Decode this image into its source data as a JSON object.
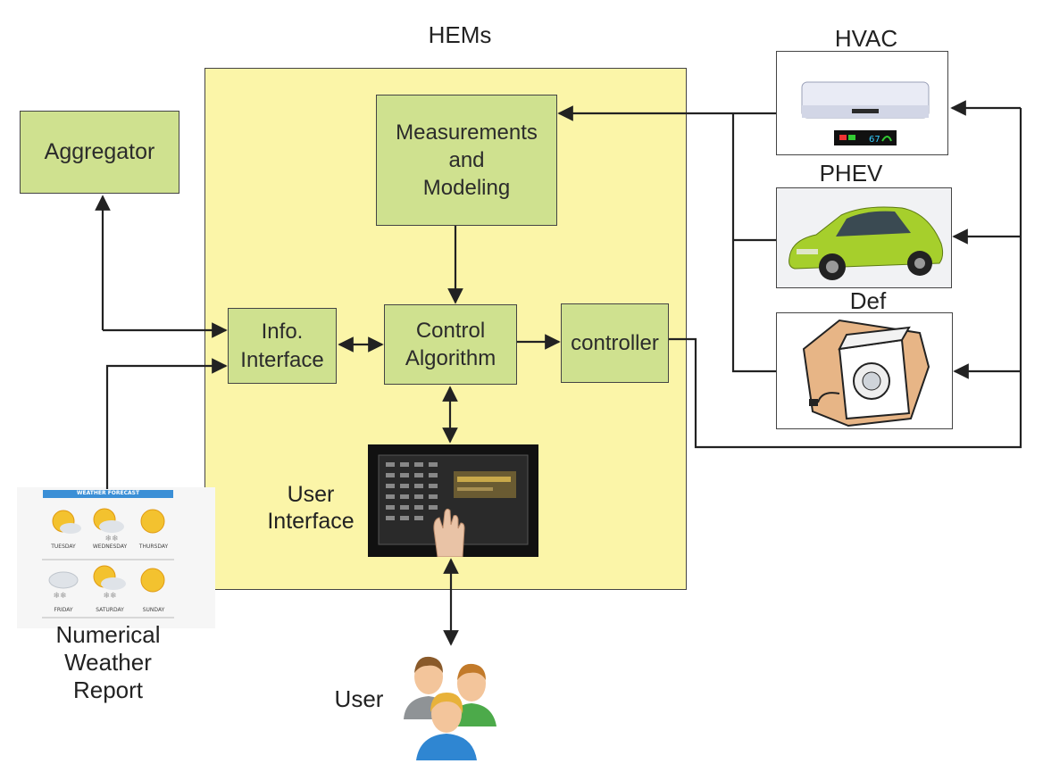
{
  "hems": {
    "title": "HEMs"
  },
  "blocks": {
    "aggregator": "Aggregator",
    "measurements": "Measurements\nand\nModeling",
    "info_interface": "Info.\nInterface",
    "control_algorithm": "Control\nAlgorithm",
    "controller": "controller"
  },
  "labels": {
    "user_interface": "User\nInterface",
    "user": "User",
    "weather_report": "Numerical\nWeather\nReport"
  },
  "devices": {
    "hvac": "HVAC",
    "phev": "PHEV",
    "def": "Def"
  },
  "weather": {
    "header": "WEATHER FORECAST",
    "days": [
      "TUESDAY",
      "WEDNESDAY",
      "THURSDAY",
      "FRIDAY",
      "SATURDAY",
      "SUNDAY"
    ]
  },
  "hvac_display": {
    "temperature": "67"
  },
  "colors": {
    "block_fill": "#cfe18f",
    "hems_fill": "#fbf5a8",
    "arrow": "#222222",
    "weather_header": "#3b8fd6"
  }
}
